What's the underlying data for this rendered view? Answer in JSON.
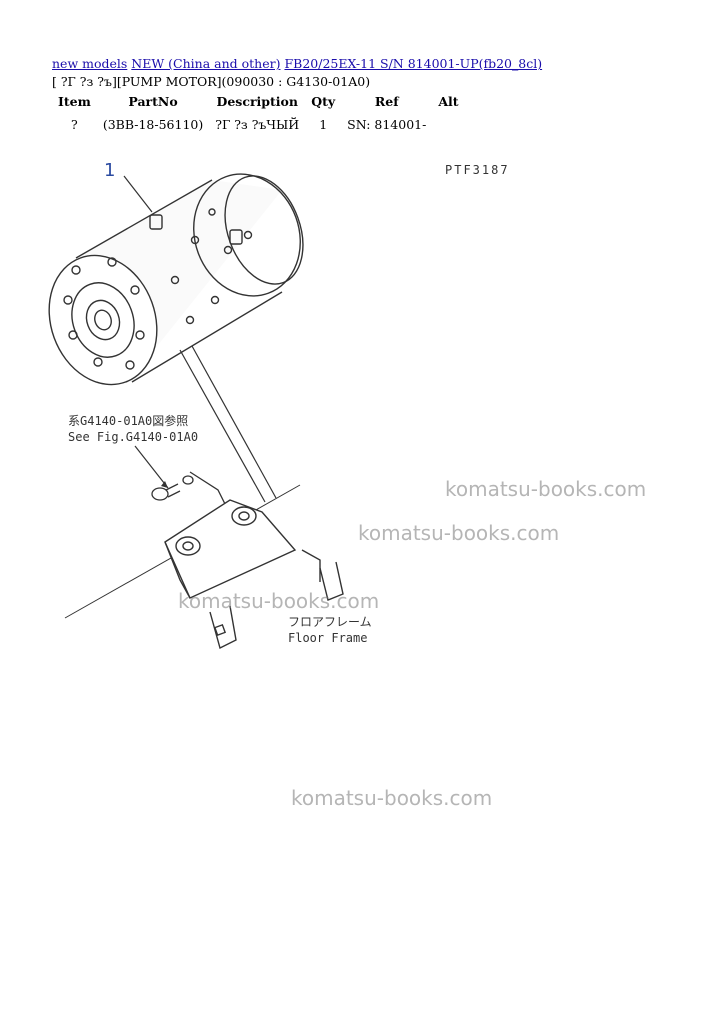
{
  "breadcrumb": {
    "link1": "new models",
    "link2": "NEW (China and other)",
    "link3": "FB20/25EX-11 S/N 814001-UP(fb20_8cl)"
  },
  "subtitle": "[ ?Г ?з ?ъ][PUMP MOTOR](090030 : G4130-01A0)",
  "table": {
    "headers": [
      "Item",
      "PartNo",
      "Description",
      "Qty",
      "Ref",
      "Alt"
    ],
    "rows": [
      {
        "item": "?",
        "part_no": "(3BB-18-56110)",
        "description": "?Г ?з ?ъЧЫЙ",
        "qty": "1",
        "ref": "SN: 814001-",
        "alt": ""
      }
    ]
  },
  "drawing": {
    "callout": "1",
    "ref_code": "PTF3187",
    "note_jp": "系G4140-01A0図参照",
    "note_en": "See Fig.G4140-01A0",
    "frame_jp": "フロアフレーム",
    "frame_en": "Floor Frame"
  },
  "watermarks": [
    "komatsu-books.com",
    "komatsu-books.com",
    "komatsu-books.com",
    "komatsu-books.com"
  ]
}
